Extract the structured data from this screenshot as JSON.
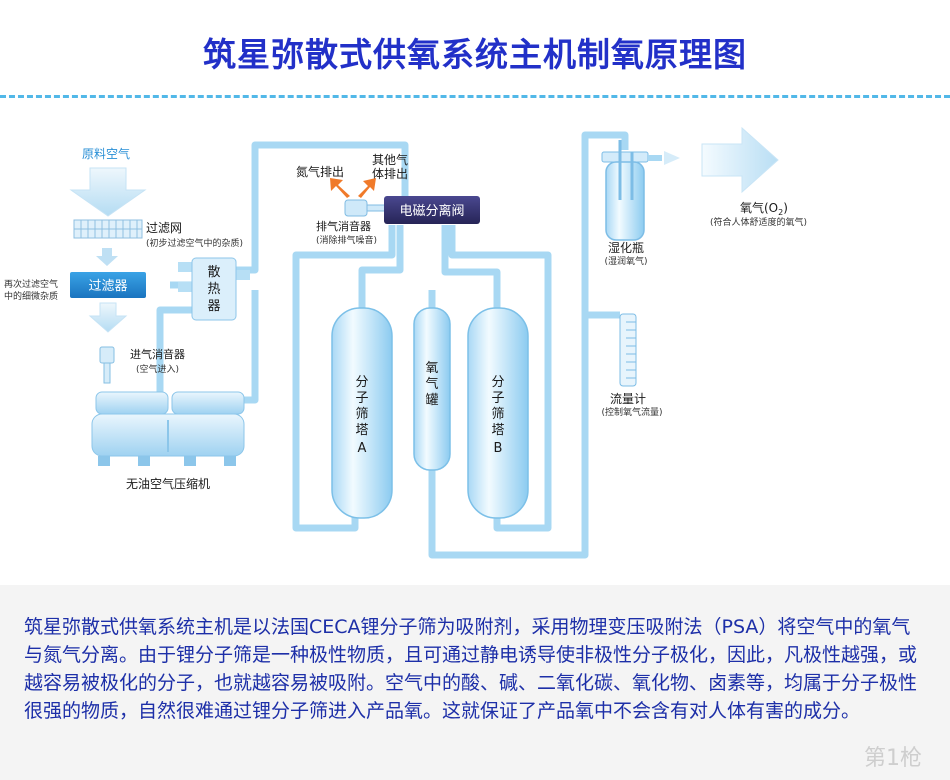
{
  "title": "筑星弥散式供氧系统主机制氧原理图",
  "labels": {
    "raw_air": "原料空气",
    "filter_net": "过滤网",
    "filter_net_sub": "(初步过滤空气中的杂质)",
    "filter_unit": "过滤器",
    "refilter_line1": "再次过滤空气",
    "refilter_line2": "中的细微杂质",
    "radiator_c1": "散",
    "radiator_c2": "热",
    "radiator_c3": "器",
    "intake_muffler": "进气消音器",
    "intake_muffler_sub": "(空气进入)",
    "compressor": "无油空气压缩机",
    "nitrogen_out": "氮气排出",
    "other_gas_line1": "其他气",
    "other_gas_line2": "体排出",
    "exhaust_muffler": "排气消音器",
    "exhaust_muffler_sub": "(消除排气噪音)",
    "solenoid": "电磁分离阀",
    "tower_a_c1": "分",
    "tower_a_c2": "子",
    "tower_a_c3": "筛",
    "tower_a_c4": "塔",
    "tower_a_c5": "A",
    "oxygen_tank_c1": "氧",
    "oxygen_tank_c2": "气",
    "oxygen_tank_c3": "罐",
    "tower_b_c1": "分",
    "tower_b_c2": "子",
    "tower_b_c3": "筛",
    "tower_b_c4": "塔",
    "tower_b_c5": "B",
    "humidifier": "湿化瓶",
    "humidifier_sub": "(湿润氧气)",
    "oxygen_out": "氧气(O",
    "oxygen_out_sub2": "2",
    "oxygen_out_close": ")",
    "oxygen_out_sub": "(符合人体舒适度的氧气)",
    "flowmeter": "流量计",
    "flowmeter_sub": "(控制氧气流量)"
  },
  "description": "筑星弥散式供氧系统主机是以法国CECA锂分子筛为吸附剂，采用物理变压吸附法（PSA）将空气中的氧气与氮气分离。由于锂分子筛是一种极性物质，且可通过静电诱导使非极性分子极化，因此，凡极性越强，或越容易被极化的分子，也就越容易被吸附。空气中的酸、碱、二氧化碳、氧化物、卤素等，均属于分子极性很强的物质，自然很难通过锂分子筛进入产品氧。这就保证了产品氧中不会含有对人体有害的成分。",
  "watermark": "第1枪",
  "colors": {
    "title": "#2230c8",
    "pipe": "#9dd4f2",
    "tank": "#c8e8fa",
    "arrow_orange": "#f07a2a",
    "filter_box": "#2a8fd6",
    "valve_box": "#3a3870",
    "text_blue": "#1d2fa8"
  }
}
